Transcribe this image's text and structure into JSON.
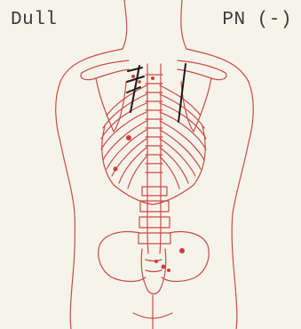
{
  "annotations": {
    "percussion": "Dull",
    "pn": "PN (-)"
  },
  "figure": {
    "subject": "posterior-torso-skeleton",
    "outline_color": "#c94a4a",
    "mark_color": "#1a1a1a"
  }
}
